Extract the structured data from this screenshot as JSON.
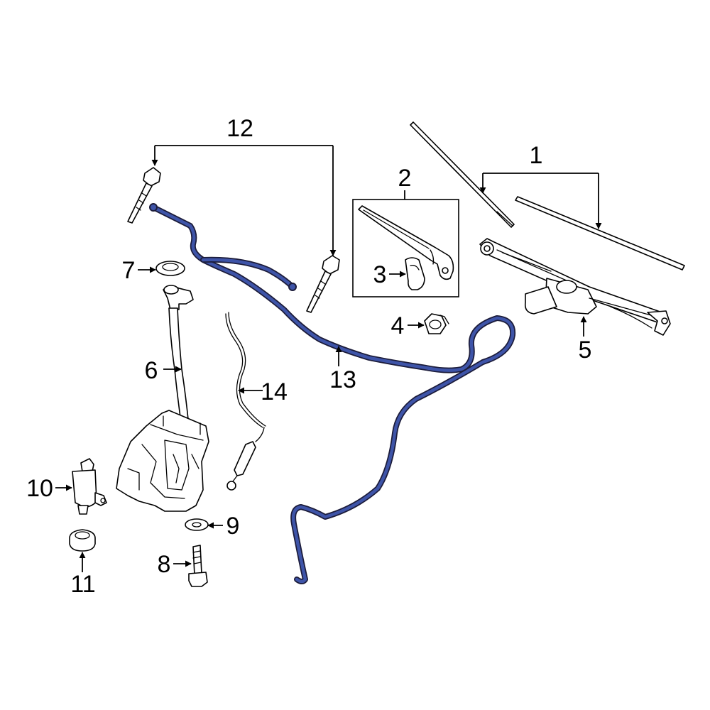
{
  "diagram": {
    "callouts": [
      {
        "id": "1",
        "label": "1"
      },
      {
        "id": "2",
        "label": "2"
      },
      {
        "id": "3",
        "label": "3"
      },
      {
        "id": "4",
        "label": "4"
      },
      {
        "id": "5",
        "label": "5"
      },
      {
        "id": "6",
        "label": "6"
      },
      {
        "id": "7",
        "label": "7"
      },
      {
        "id": "8",
        "label": "8"
      },
      {
        "id": "9",
        "label": "9"
      },
      {
        "id": "10",
        "label": "10"
      },
      {
        "id": "11",
        "label": "11"
      },
      {
        "id": "12",
        "label": "12"
      },
      {
        "id": "13",
        "label": "13"
      },
      {
        "id": "14",
        "label": "14"
      }
    ],
    "colors": {
      "highlight": "#3e54a8",
      "highlight_outline": "#1c1c3a",
      "line": "#000000",
      "background": "#ffffff"
    }
  }
}
